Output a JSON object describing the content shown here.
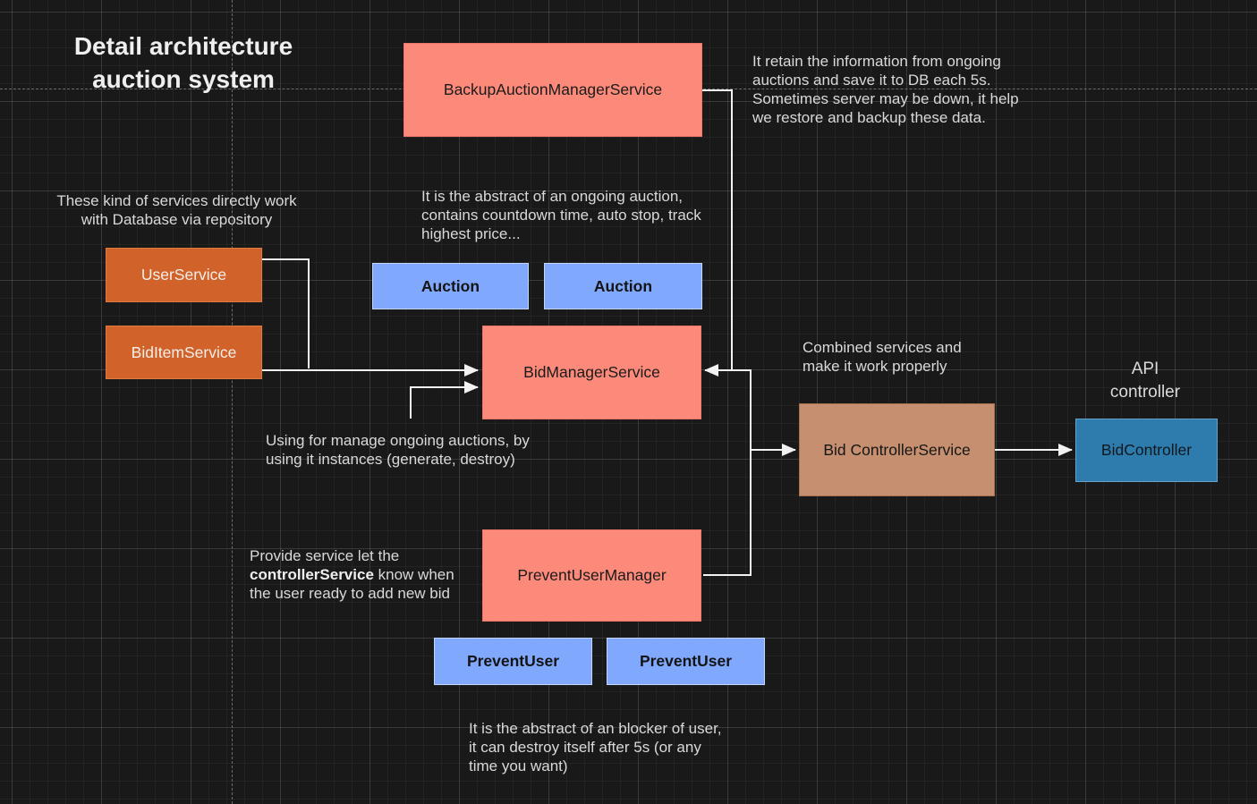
{
  "diagram": {
    "title": "Detail architecture\nauction system",
    "nodes": {
      "backup": "BackupAuctionManagerService",
      "user_service": "UserService",
      "bid_item_service": "BidItemService",
      "auction_1": "Auction",
      "auction_2": "Auction",
      "bid_manager": "BidManagerService",
      "bid_controller_service": "Bid ControllerService",
      "bid_controller": "BidController",
      "prevent_user_manager": "PreventUserManager",
      "prevent_user_1": "PreventUser",
      "prevent_user_2": "PreventUser"
    },
    "notes": {
      "db_services": "These kind of services directly work\nwith Database via repository",
      "backup_info": "It retain the information from ongoing\nauctions and save it to DB each 5s.\nSometimes server may be down, it help\nwe restore and backup these data.",
      "auction_abstract": "It is the abstract of an ongoing auction,\ncontains countdown time, auto stop, track\nhighest price...",
      "bid_manager_usage": "Using for manage ongoing auctions, by\nusing it instances (generate, destroy)",
      "combined_services": "Combined services and\nmake it work properly",
      "api_controller": "API\ncontroller",
      "provide_prefix": "Provide service let the\n",
      "provide_bold": "controllerService",
      "provide_suffix": " know when\nthe user ready to add new bid",
      "blocker_abstract": "It is the abstract of an blocker of user,\nit can destroy itself after 5s (or any\ntime you want)"
    },
    "colors": {
      "background": "#191919",
      "salmon": "#FC8A7A",
      "orange": "#D1632A",
      "periwinkle": "#80A8FC",
      "tan": "#C69070",
      "blue": "#2E7CAD",
      "wire": "#F2F2F2"
    }
  }
}
